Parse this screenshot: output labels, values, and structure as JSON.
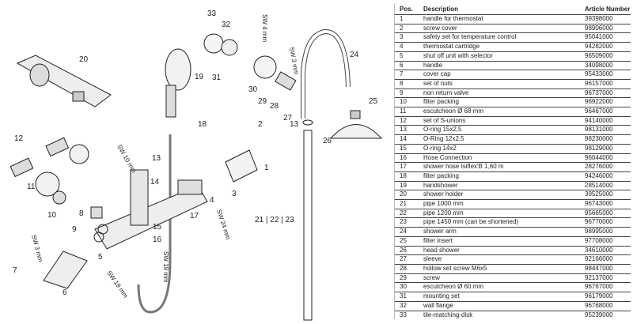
{
  "diagram": {
    "callouts": [
      {
        "id": "20",
        "t": "20"
      },
      {
        "id": "19",
        "t": "19"
      },
      {
        "id": "33",
        "t": "33"
      },
      {
        "id": "32",
        "t": "32"
      },
      {
        "id": "31",
        "t": "31"
      },
      {
        "id": "30",
        "t": "30"
      },
      {
        "id": "29",
        "t": "29"
      },
      {
        "id": "28",
        "t": "28"
      },
      {
        "id": "27",
        "t": "27"
      },
      {
        "id": "24",
        "t": "24"
      },
      {
        "id": "25",
        "t": "25"
      },
      {
        "id": "13a",
        "t": "13"
      },
      {
        "id": "26",
        "t": "26"
      },
      {
        "id": "18",
        "t": "18"
      },
      {
        "id": "2",
        "t": "2"
      },
      {
        "id": "1",
        "t": "1"
      },
      {
        "id": "3",
        "t": "3"
      },
      {
        "id": "12",
        "t": "12"
      },
      {
        "id": "13b",
        "t": "13"
      },
      {
        "id": "14",
        "t": "14"
      },
      {
        "id": "11",
        "t": "11"
      },
      {
        "id": "10",
        "t": "10"
      },
      {
        "id": "9",
        "t": "9"
      },
      {
        "id": "8",
        "t": "8"
      },
      {
        "id": "4",
        "t": "4"
      },
      {
        "id": "17",
        "t": "17"
      },
      {
        "id": "15",
        "t": "15"
      },
      {
        "id": "16",
        "t": "16"
      },
      {
        "id": "5",
        "t": "5"
      },
      {
        "id": "7",
        "t": "7"
      },
      {
        "id": "6",
        "t": "6"
      },
      {
        "id": "21",
        "t": "21 | 22 | 23"
      }
    ],
    "wrench_labels": {
      "sw4": "SW 4 mm",
      "sw3a": "SW 3 mm",
      "sw10": "SW 10 mm",
      "sw24": "SW 24 mm",
      "sw19a": "SW 19 mm",
      "sw19b": "SW 19 mm",
      "sw3b": "SW 3 mm"
    }
  },
  "parts_table": {
    "headers": [
      "Pos.",
      "Description",
      "Article Number"
    ],
    "rows": [
      [
        "1",
        "handle for thermostat",
        "39398000"
      ],
      [
        "2",
        "screw cover",
        "98906000"
      ],
      [
        "3",
        "safety set for temperature control",
        "95041000"
      ],
      [
        "4",
        "thermostat cartridge",
        "94282000"
      ],
      [
        "5",
        "shut off unit with selector",
        "96509000"
      ],
      [
        "6",
        "handle",
        "34098000"
      ],
      [
        "7",
        "cover cap",
        "95433000"
      ],
      [
        "8",
        "set of nuts",
        "96157000"
      ],
      [
        "9",
        "non return valve",
        "96737000"
      ],
      [
        "10",
        "filter packing",
        "96922000"
      ],
      [
        "11",
        "escutcheon Ø 68 mm",
        "96467000"
      ],
      [
        "12",
        "set of S-unions",
        "94140000"
      ],
      [
        "13",
        "O-ring 15x2,5",
        "98131000"
      ],
      [
        "14",
        "O-Ring 12x2,5",
        "98230000"
      ],
      [
        "15",
        "O-ring 14x2",
        "98129000"
      ],
      [
        "16",
        "Hose Connection",
        "96044000"
      ],
      [
        "17",
        "shower hose Isiflex'B 1,60 m",
        "28276000"
      ],
      [
        "18",
        "filter packing",
        "94246000"
      ],
      [
        "19",
        "handshower",
        "28514000"
      ],
      [
        "20",
        "shower holder",
        "39525000"
      ],
      [
        "21",
        "pipe 1000 mm",
        "96743000"
      ],
      [
        "22",
        "pipe 1200 mm",
        "95665000"
      ],
      [
        "23",
        "pipe 1450 mm (can be shortened)",
        "96770000"
      ],
      [
        "24",
        "shower arm",
        "98995000"
      ],
      [
        "25",
        "filter insert",
        "97708000"
      ],
      [
        "26",
        "head shower",
        "34610000"
      ],
      [
        "27",
        "sleeve",
        "92166000"
      ],
      [
        "28",
        "hollow set screw M6x5",
        "98447000"
      ],
      [
        "29",
        "screw",
        "92137000"
      ],
      [
        "30",
        "escutcheon Ø 60 mm",
        "96767000"
      ],
      [
        "31",
        "mounting set",
        "96179000"
      ],
      [
        "32",
        "wall flange",
        "96768000"
      ],
      [
        "33",
        "tile-matching-disk",
        "95239000"
      ]
    ]
  }
}
